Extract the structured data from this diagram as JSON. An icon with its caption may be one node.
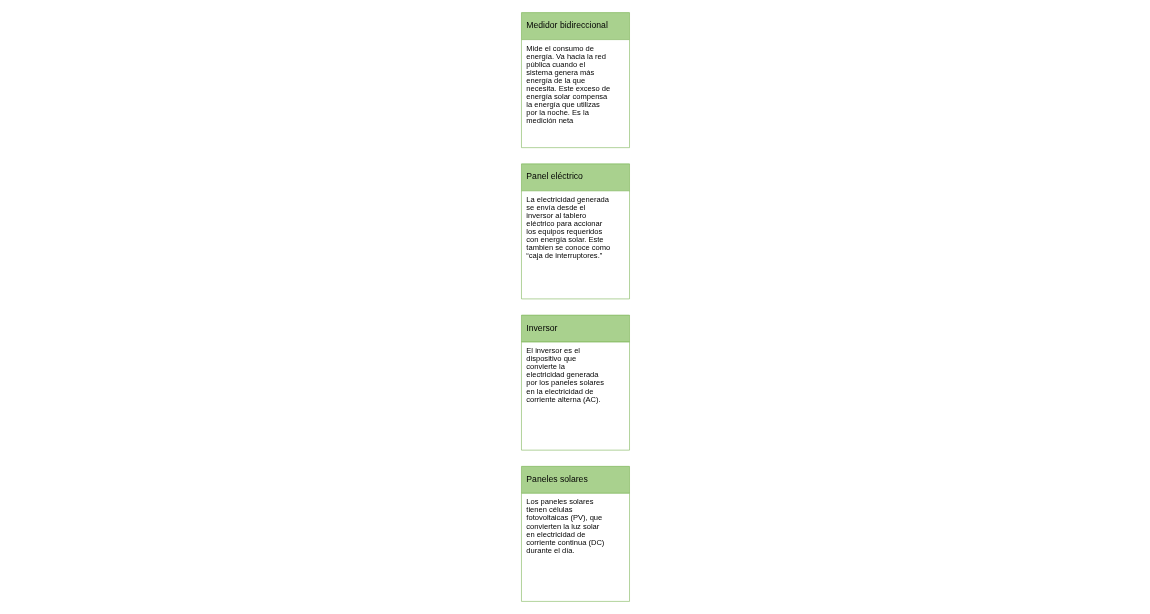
{
  "diagram": {
    "nodes": [
      {
        "text": [
          "Paneles solares",
          "Los paneles solares tienen células fotovoltaicas (PV), que convierten la luz solar en electricidad de corriente continua (DC) durante el día."
        ]
      },
      {
        "text": [
          "Inversor",
          "El inversor es el dispositivo que convierte la electricidad generada por los paneles solares en la electricidad de corriente alterna (AC)."
        ]
      },
      {
        "text": [
          "Panel eléctrico",
          "La electricidad generada se envía desde el inversor al tablero eléctrico para accionar los equipos requeridos con energía solar. Este tambien se conoce como “caja de interruptores.”"
        ]
      },
      {
        "text": [
          "Medidor bidireccional",
          "Mide el consumo de energía. Va hacia la red pública cuando el sistema genera más energía de la que necesita. Este exceso de energía solar compensa la energía que utilizas por la noche. Es la medición neta"
        ]
      }
    ],
    "edges": []
  }
}
